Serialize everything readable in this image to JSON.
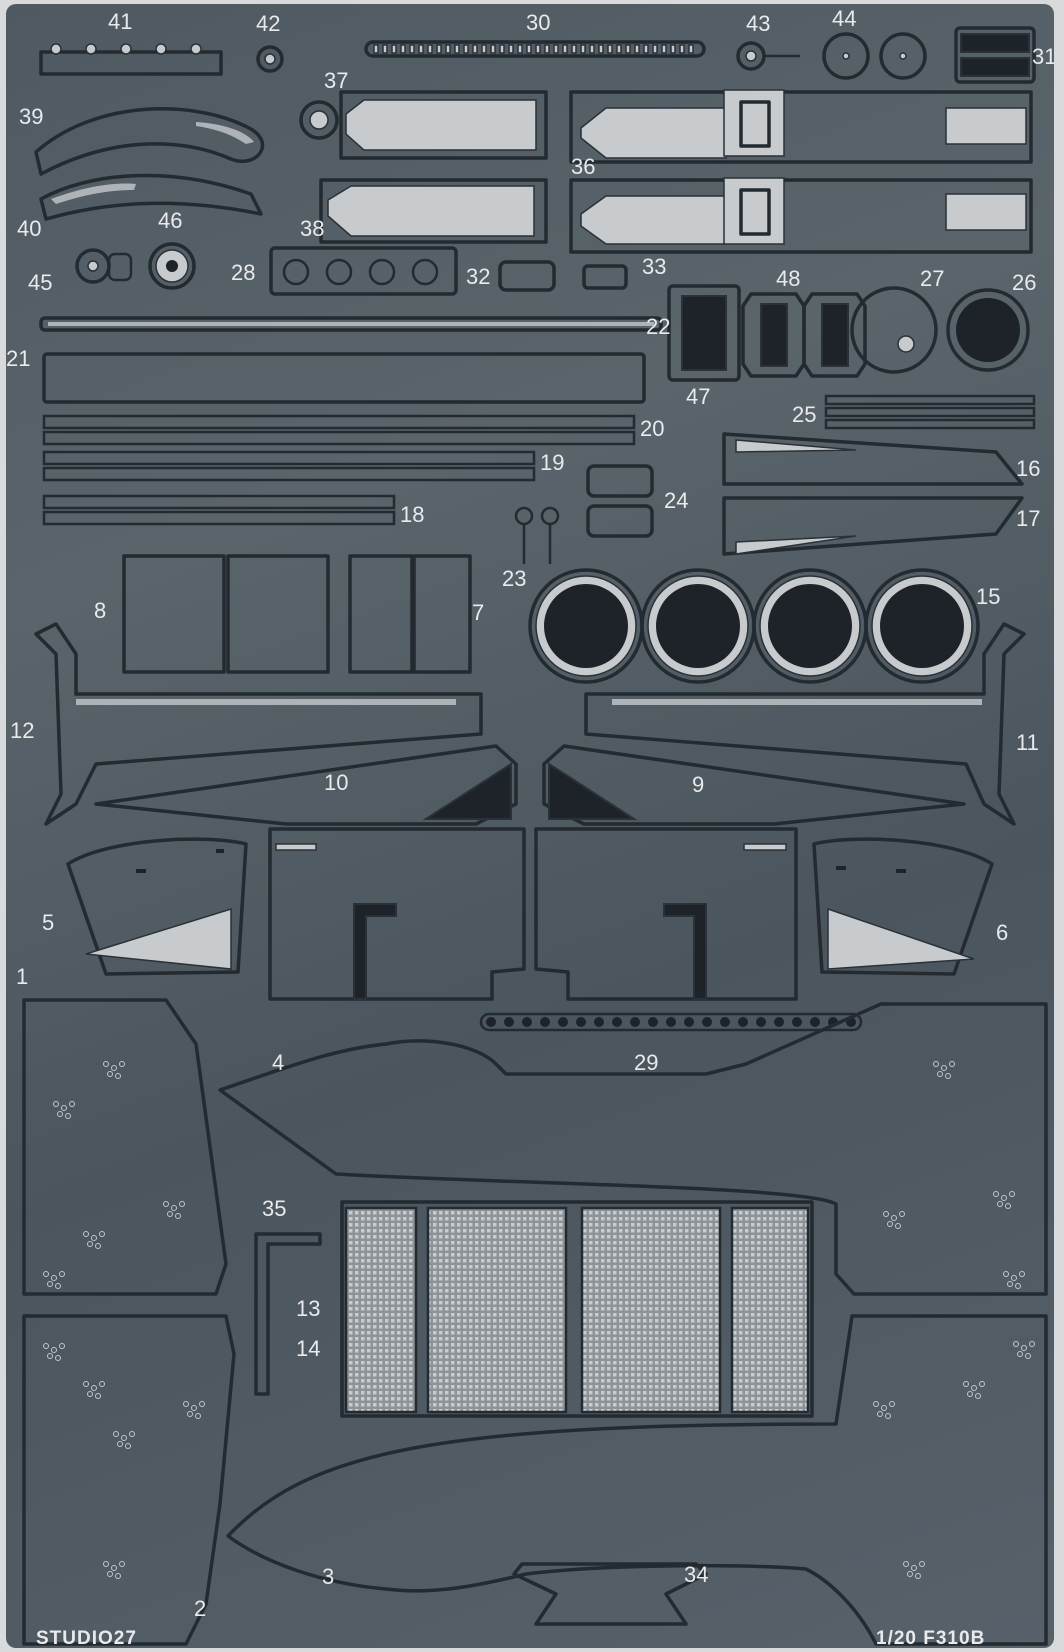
{
  "sheet": {
    "brand": "STUDIO27",
    "scale_code": "1/20 F310B"
  },
  "part_numbers": {
    "p1": "1",
    "p2": "2",
    "p3": "3",
    "p4": "4",
    "p5": "5",
    "p6": "6",
    "p7": "7",
    "p8": "8",
    "p9": "9",
    "p10": "10",
    "p11": "11",
    "p12": "12",
    "p13": "13",
    "p14": "14",
    "p15": "15",
    "p16": "16",
    "p17": "17",
    "p18": "18",
    "p19": "19",
    "p20": "20",
    "p21": "21",
    "p22": "22",
    "p23": "23",
    "p24": "24",
    "p25": "25",
    "p26": "26",
    "p27": "27",
    "p28": "28",
    "p29": "29",
    "p30": "30",
    "p31": "31",
    "p32": "32",
    "p33": "33",
    "p34": "34",
    "p35": "35",
    "p36": "36",
    "p37": "37",
    "p38": "38",
    "p39": "39",
    "p40": "40",
    "p41": "41",
    "p42": "42",
    "p43": "43",
    "p44": "44",
    "p45": "45",
    "p46": "46",
    "p47": "47",
    "p48": "48"
  },
  "colors": {
    "fret": "#525c64",
    "outline": "#232a30",
    "silver": "#c7cbce",
    "label": "#e8eaec"
  }
}
